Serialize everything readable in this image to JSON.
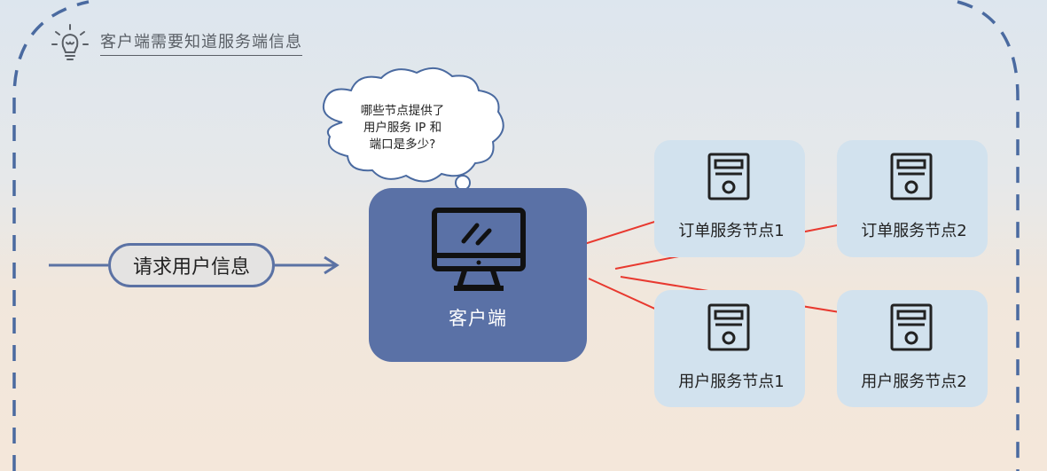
{
  "title": "客户端需要知道服务端信息",
  "thought_bubble": {
    "line1": "哪些节点提供了",
    "line2": "用户服务 IP 和",
    "line3": "端口是多少?"
  },
  "request_label": "请求用户信息",
  "client_label": "客户端",
  "nodes": {
    "order1": "订单服务节点1",
    "order2": "订单服务节点2",
    "user1": "用户服务节点1",
    "user2": "用户服务节点2"
  },
  "colors": {
    "accent_blue": "#5a71a6",
    "node_bg": "#d2e2ee",
    "arrow_red": "#e8392f",
    "dashed_border": "#4a6aa0"
  },
  "icons": {
    "title_icon": "lightbulb-icon",
    "client_icon": "monitor-icon",
    "node_icon": "server-icon"
  }
}
